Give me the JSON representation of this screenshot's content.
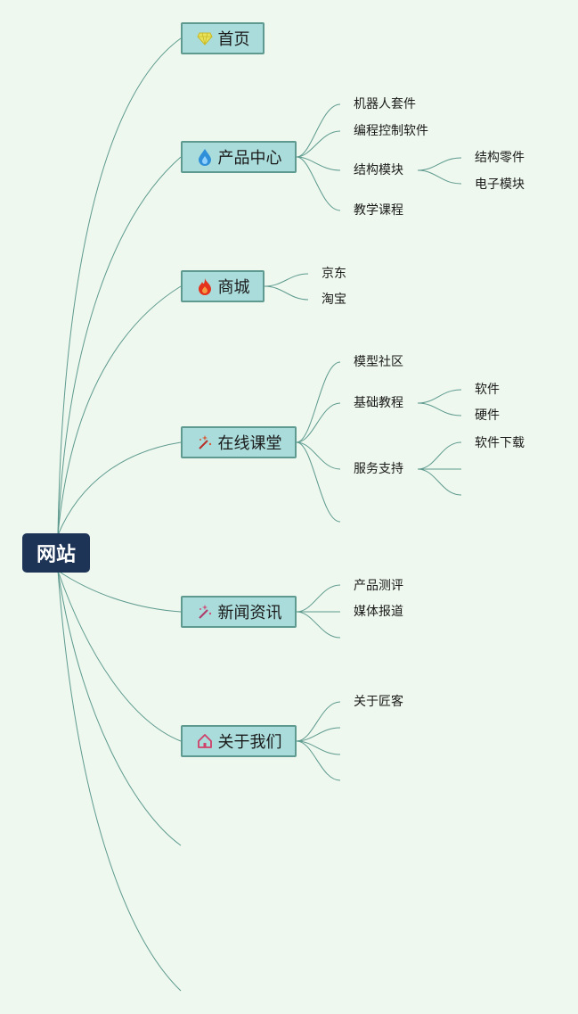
{
  "root": {
    "label": "网站"
  },
  "branches": [
    {
      "label": "首页",
      "icon": "diamond-icon"
    },
    {
      "label": "产品中心",
      "icon": "water-drop-icon"
    },
    {
      "label": "商城",
      "icon": "fire-icon"
    },
    {
      "label": "在线课堂",
      "icon": "magic-wand-icon"
    },
    {
      "label": "新闻资讯",
      "icon": "magic-wand-icon"
    },
    {
      "label": "关于我们",
      "icon": "home-icon"
    }
  ],
  "topics": {
    "product": [
      "机器人套件",
      "编程控制软件",
      "结构模块",
      "教学课程"
    ],
    "structure": [
      "结构零件",
      "电子模块"
    ],
    "shop": [
      "京东",
      "淘宝"
    ],
    "classroom": [
      "模型社区",
      "基础教程",
      "服务支持"
    ],
    "basics": [
      "软件",
      "硬件"
    ],
    "support": [
      "软件下载"
    ],
    "news": [
      "产品测评",
      "媒体报道"
    ],
    "about": [
      "关于匠客"
    ]
  },
  "colors": {
    "background": "#eef8ee",
    "root_fill": "#1e3457",
    "branch_fill": "#a9dcda",
    "branch_border": "#5e9a8f",
    "connector": "#5e9a8f"
  }
}
